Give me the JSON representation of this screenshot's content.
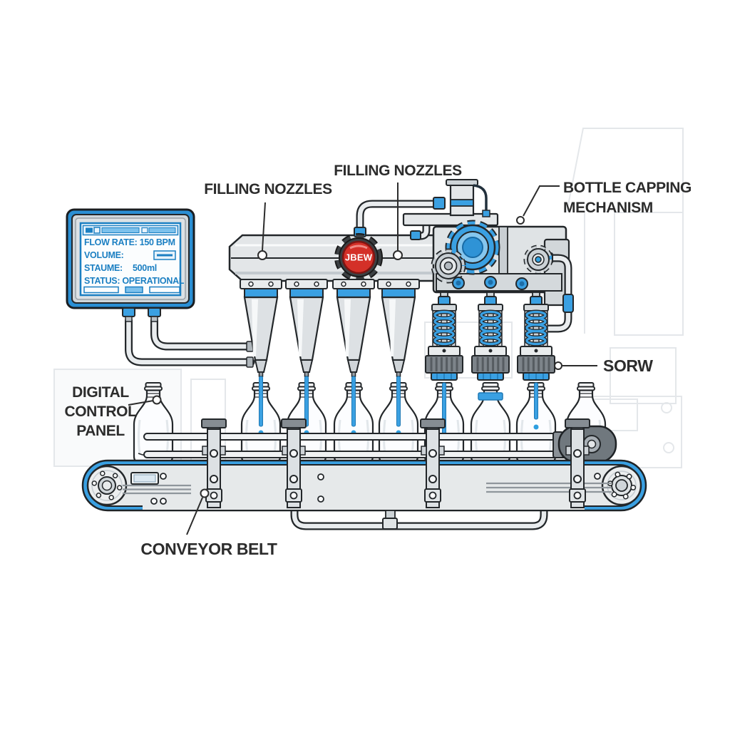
{
  "labels": {
    "filling_nozzles_1": "FILLING NOZZLES",
    "filling_nozzles_2": "FILLING NOZZLES",
    "bottle_capping_line1": "BOTTLE CAPPING",
    "bottle_capping_line2": "MECHANISM",
    "screw": "SORW",
    "digital_control_line1": "DIGITAL",
    "digital_control_line2": "CONTROL",
    "digital_control_line3": "PANEL",
    "conveyor_belt": "CONVEYOR BELT"
  },
  "control_panel": {
    "flow_rate": "FLOW RATE: 150 BPM",
    "volume_label": "VOLUME:",
    "staume_label": "STAUME:",
    "staume_value": "500ml",
    "status": "STATUS: OPERATIONAL"
  },
  "machine": {
    "badge_text": "JBEW"
  },
  "colors": {
    "accent_blue": "#3aa0e2",
    "accent_blue_dark": "#1e78b4",
    "panel_frame_blue": "#2a8fd4",
    "screen_text_blue": "#1b7fc2",
    "badge_red": "#d43028",
    "outline_dark": "#23272a",
    "label_text": "#2c2c2c",
    "machine_light": "#e6e9ea",
    "machine_mid": "#cdd3d7",
    "machine_dark": "#7d848a"
  }
}
